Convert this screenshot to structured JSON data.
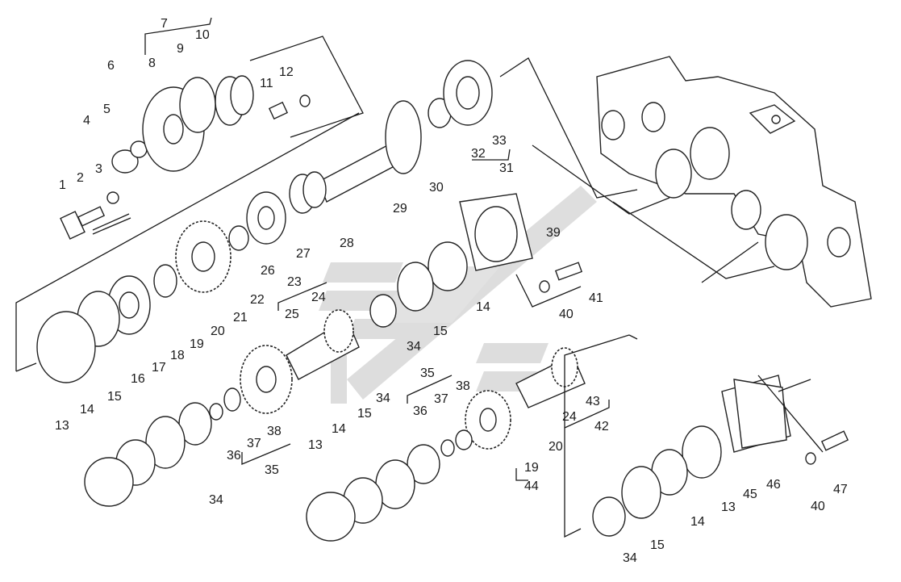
{
  "diagram": {
    "labels": [
      {
        "id": "l1",
        "text": "1"
      },
      {
        "id": "l2",
        "text": "2"
      },
      {
        "id": "l3",
        "text": "3"
      },
      {
        "id": "l4",
        "text": "4"
      },
      {
        "id": "l5",
        "text": "5"
      },
      {
        "id": "l6",
        "text": "6"
      },
      {
        "id": "l7",
        "text": "7"
      },
      {
        "id": "l8",
        "text": "8"
      },
      {
        "id": "l9",
        "text": "9"
      },
      {
        "id": "l10",
        "text": "10"
      },
      {
        "id": "l11",
        "text": "11"
      },
      {
        "id": "l12",
        "text": "12"
      },
      {
        "id": "l13a",
        "text": "13"
      },
      {
        "id": "l13b",
        "text": "13"
      },
      {
        "id": "l13c",
        "text": "13"
      },
      {
        "id": "l14a",
        "text": "14"
      },
      {
        "id": "l14b",
        "text": "14"
      },
      {
        "id": "l14c",
        "text": "14"
      },
      {
        "id": "l14d",
        "text": "14"
      },
      {
        "id": "l15a",
        "text": "15"
      },
      {
        "id": "l15b",
        "text": "15"
      },
      {
        "id": "l15c",
        "text": "15"
      },
      {
        "id": "l15d",
        "text": "15"
      },
      {
        "id": "l16",
        "text": "16"
      },
      {
        "id": "l17",
        "text": "17"
      },
      {
        "id": "l18",
        "text": "18"
      },
      {
        "id": "l19a",
        "text": "19"
      },
      {
        "id": "l19b",
        "text": "19"
      },
      {
        "id": "l20a",
        "text": "20"
      },
      {
        "id": "l20b",
        "text": "20"
      },
      {
        "id": "l21",
        "text": "21"
      },
      {
        "id": "l22",
        "text": "22"
      },
      {
        "id": "l23",
        "text": "23"
      },
      {
        "id": "l24a",
        "text": "24"
      },
      {
        "id": "l24b",
        "text": "24"
      },
      {
        "id": "l25",
        "text": "25"
      },
      {
        "id": "l26",
        "text": "26"
      },
      {
        "id": "l27",
        "text": "27"
      },
      {
        "id": "l28",
        "text": "28"
      },
      {
        "id": "l29",
        "text": "29"
      },
      {
        "id": "l30",
        "text": "30"
      },
      {
        "id": "l31",
        "text": "31"
      },
      {
        "id": "l32",
        "text": "32"
      },
      {
        "id": "l33",
        "text": "33"
      },
      {
        "id": "l34a",
        "text": "34"
      },
      {
        "id": "l34b",
        "text": "34"
      },
      {
        "id": "l34c",
        "text": "34"
      },
      {
        "id": "l34d",
        "text": "34"
      },
      {
        "id": "l35a",
        "text": "35"
      },
      {
        "id": "l35b",
        "text": "35"
      },
      {
        "id": "l36a",
        "text": "36"
      },
      {
        "id": "l36b",
        "text": "36"
      },
      {
        "id": "l37a",
        "text": "37"
      },
      {
        "id": "l37b",
        "text": "37"
      },
      {
        "id": "l38a",
        "text": "38"
      },
      {
        "id": "l38b",
        "text": "38"
      },
      {
        "id": "l39",
        "text": "39"
      },
      {
        "id": "l40a",
        "text": "40"
      },
      {
        "id": "l40b",
        "text": "40"
      },
      {
        "id": "l41",
        "text": "41"
      },
      {
        "id": "l42",
        "text": "42"
      },
      {
        "id": "l43",
        "text": "43"
      },
      {
        "id": "l44",
        "text": "44"
      },
      {
        "id": "l45",
        "text": "45"
      },
      {
        "id": "l46",
        "text": "46"
      },
      {
        "id": "l47",
        "text": "47"
      }
    ]
  }
}
